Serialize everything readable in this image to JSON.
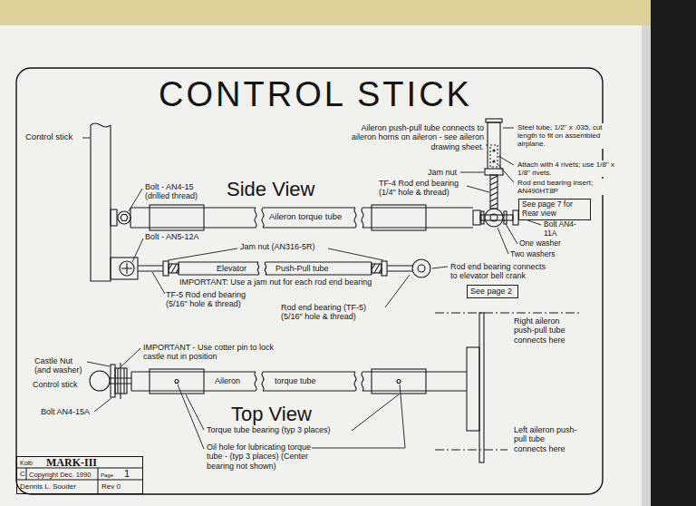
{
  "diagram": {
    "title": "CONTROL STICK",
    "nodes": [
      {
        "text": [
          "See page 7 for Rear view"
        ]
      },
      {
        "text": [
          "See page 2"
        ]
      },
      {
        "text": [
          "Kolb",
          "MARK-III",
          "C",
          "Copyright Dec. 1990",
          "Page",
          "1",
          "Dennis L. Souder",
          "Rev 0"
        ]
      }
    ],
    "labels": [
      "Control stick",
      "Side View",
      "Bolt - AN4-15 (drilled thread)",
      "Aileron torque tube",
      "Aileron push-pull tube connects to aileron horns on aileron - see aileron drawing sheet.",
      "Steel tube; 1/2\" x .035, cut length to fit on assembled airplane.",
      "Jam nut",
      "TF-4 Rod end bearing (1/4\" hole & thread)",
      "Attach with 4 rivets; use 1/8\" x 1/8\" rivets.",
      "Rod end bearing insert; AN490HT8P",
      "Bolt AN4-11A",
      "One washer",
      "Two washers",
      "Bolt - AN5-12A",
      "Jam nut (AN316-5R)",
      "Elevator",
      "Push-Pull tube",
      "Rod end bearing connects to elevator bell crank",
      "IMPORTANT: Use a jam nut for each rod end bearing",
      "TF-5 Rod end bearing (5/16\" hole & thread)",
      "Rod end bearing (TF-5) (5/16\" hole & thread)",
      "IMPORTANT - Use cotter pin to lock castle nut in position",
      "Castle Nut (and washer)",
      "Control stick",
      "Aileron",
      "torque tube",
      "Right aileron push-pull tube connects here",
      "Top View",
      "Bolt AN4-15A",
      "Torque tube bearing (typ 3 places)",
      "Left aileron push-pull tube connects here",
      "Oil hole for lubricating torque tube - (typ 3 places) (Center bearing not shown)"
    ]
  }
}
